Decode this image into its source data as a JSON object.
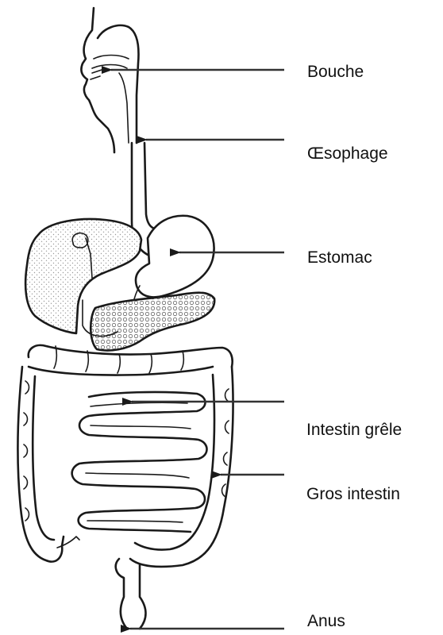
{
  "labels": {
    "bouche": "Bouche",
    "oesophage": "Œsophage",
    "estomac": "Estomac",
    "intestin_grele": "Intestin grêle",
    "gros_intestin": "Gros intestin",
    "anus": "Anus"
  },
  "colors": {
    "outline": "#1a1a1a",
    "pointer": "#333333",
    "organ_fill": "#ffffff",
    "stipple": "#9a9a9a",
    "background": "#ffffff"
  }
}
